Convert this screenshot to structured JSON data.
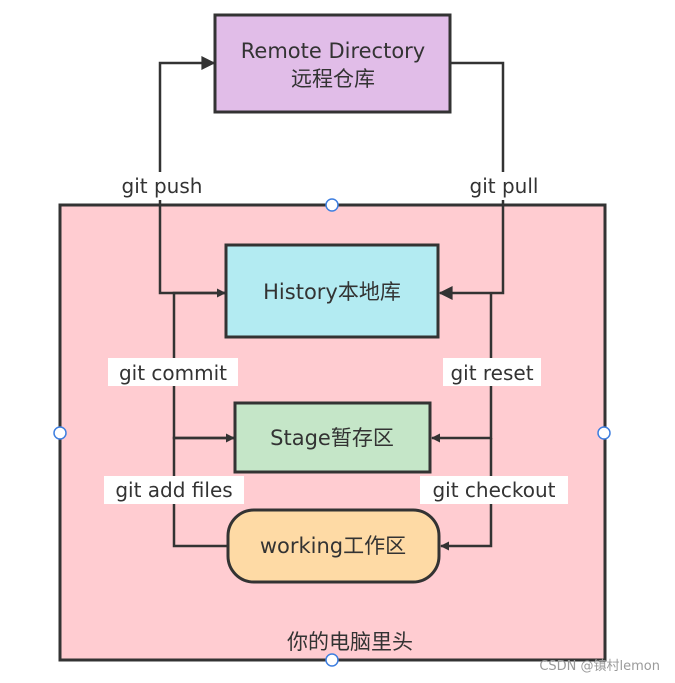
{
  "nodes": {
    "remote": {
      "line1": "Remote Directory",
      "line2": "远程仓库",
      "fill": "#e1bde8"
    },
    "history": {
      "label": "History本地库",
      "fill": "#b3ebf2"
    },
    "stage": {
      "label": "Stage暂存区",
      "fill": "#c5e6c8"
    },
    "working": {
      "label": "working工作区",
      "fill": "#fedaa5"
    },
    "computer": {
      "label": "你的电脑里头",
      "fill": "#ffccd1"
    }
  },
  "edges": {
    "push": "git push",
    "pull": "git pull",
    "commit": "git commit",
    "reset": "git reset",
    "add": "git add files",
    "checkout": "git checkout"
  },
  "watermark": "CSDN @镇村lemon",
  "colors": {
    "stroke": "#333333",
    "handle": "#3f7fe0"
  }
}
